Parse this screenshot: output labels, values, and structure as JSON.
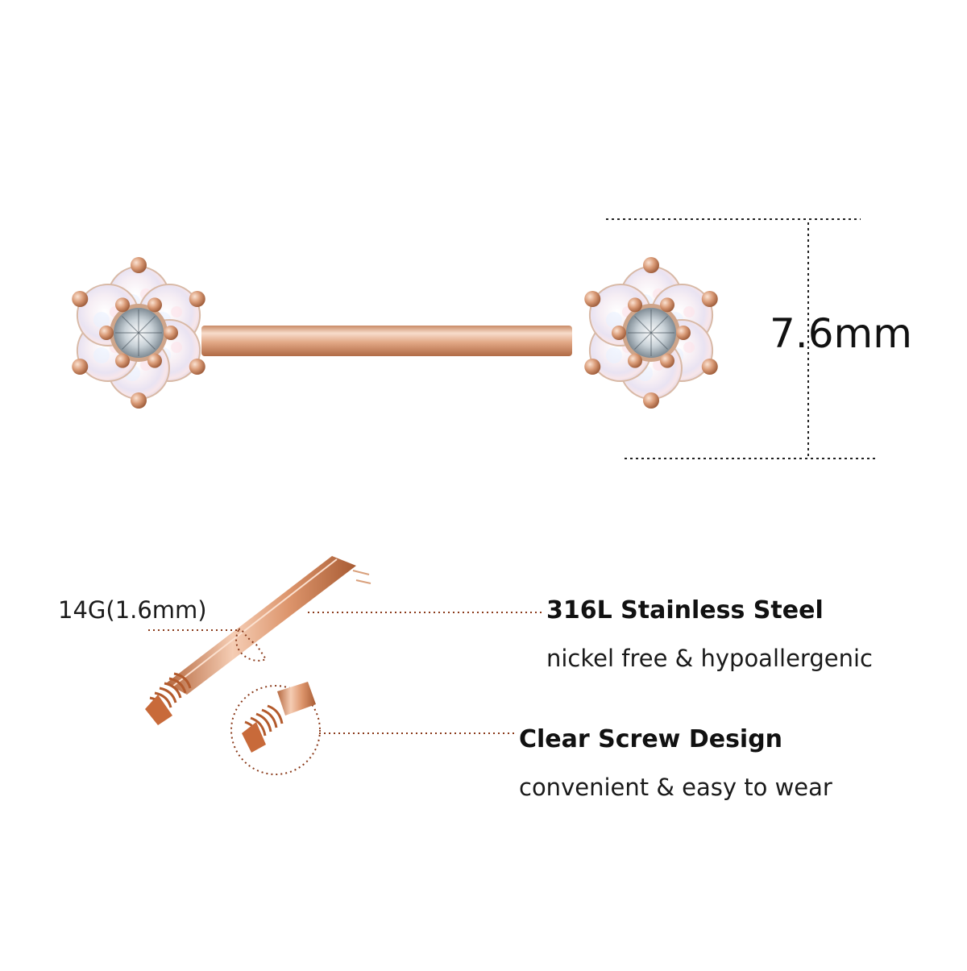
{
  "dimension": {
    "value_label": "7.6mm"
  },
  "gauge": {
    "label": "14G(1.6mm)"
  },
  "features": [
    {
      "title": "316L Stainless Steel",
      "subtitle": "nickel free & hypoallergenic"
    },
    {
      "title": "Clear Screw Design",
      "subtitle": "convenient & easy to wear"
    }
  ],
  "colors": {
    "rose_gold": "#d9a07c",
    "rose_gold_dark": "#b8734d",
    "rose_gold_light": "#f3d2bd",
    "opal": "#f4eef2",
    "crystal": "#dfe6ea",
    "guide_line": "#8a3a1a",
    "text": "#111111"
  },
  "icons": [
    "flower-opal-end-left",
    "flower-opal-end-right",
    "straight-barbell",
    "threaded-bar-end",
    "magnifier-circle"
  ]
}
